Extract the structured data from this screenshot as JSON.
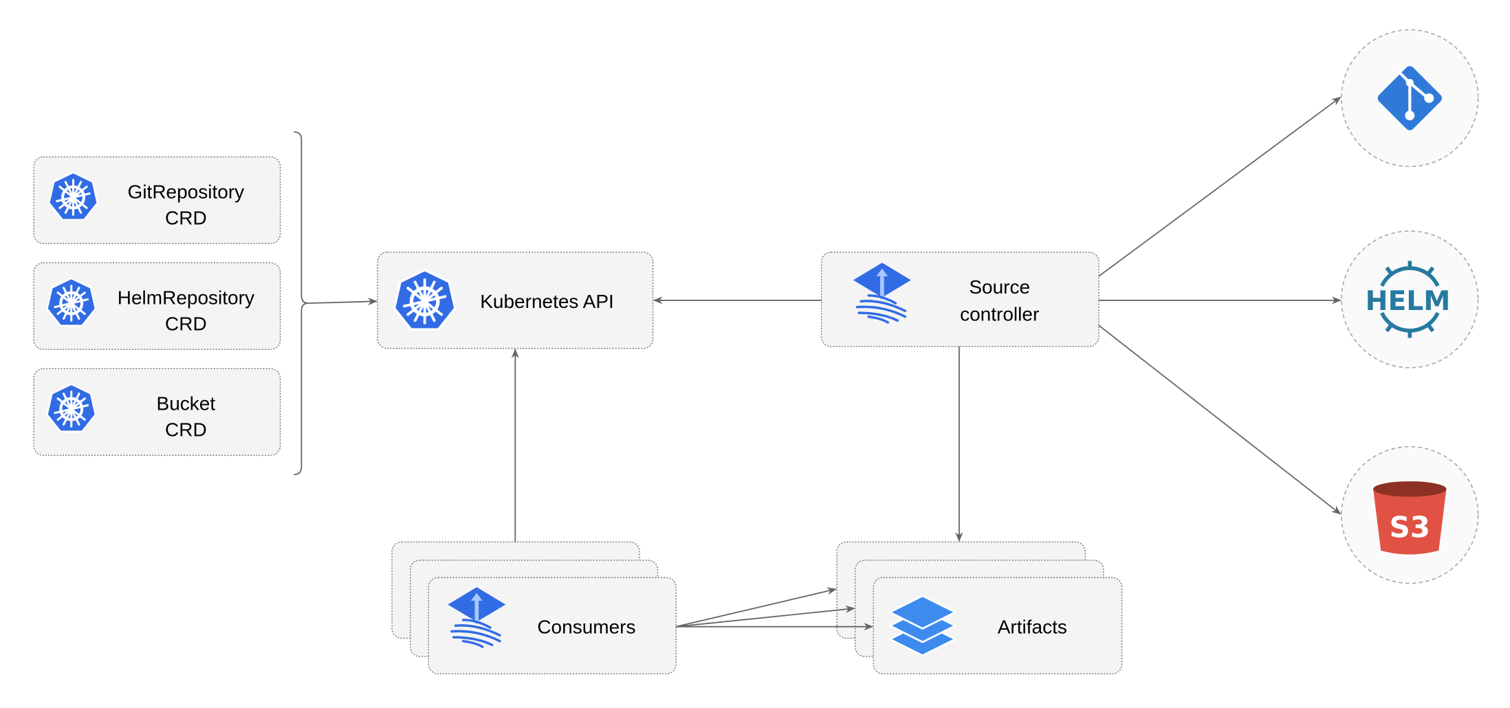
{
  "crds": [
    {
      "line1": "GitRepository",
      "line2": "CRD"
    },
    {
      "line1": "HelmRepository",
      "line2": "CRD"
    },
    {
      "line1": "Bucket",
      "line2": "CRD"
    }
  ],
  "kubernetes_api": {
    "label": "Kubernetes API"
  },
  "source_controller": {
    "line1": "Source",
    "line2": "controller"
  },
  "consumers": {
    "label": "Consumers"
  },
  "artifacts": {
    "label": "Artifacts"
  },
  "sources": {
    "git_icon": "git-icon",
    "helm_label": "HELM",
    "s3_label": "S3"
  },
  "colors": {
    "kubernetes": "#326ce5",
    "git": "#2f7ad9",
    "helm": "#277a9f",
    "s3_body": "#e05243",
    "s3_top": "#8c3123",
    "artifacts": "#3d8bef",
    "edge": "#666666"
  }
}
